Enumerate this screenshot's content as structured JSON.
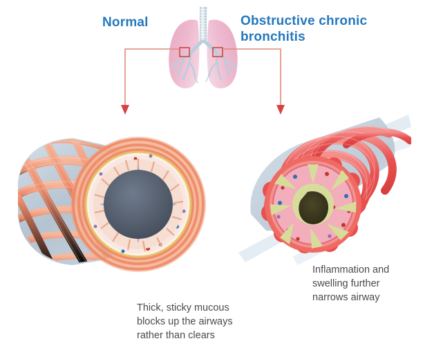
{
  "figure": {
    "title_left": "Normal",
    "title_right_line1": "Obstructive chronic",
    "title_right_line2": "bronchitis",
    "caption_left_line1": "Thick, sticky mucous",
    "caption_left_line2": "blocks up the airways",
    "caption_left_line3": "rather than clears",
    "caption_right_line1": "Inflammation and",
    "caption_right_line2": "swelling further",
    "caption_right_line3": "narrows airway"
  },
  "icons": {
    "lungs": "lungs-icon",
    "callout_box_left": "highlight-box-icon",
    "callout_box_right": "highlight-box-icon",
    "arrow_left": "down-arrow-icon",
    "arrow_right": "down-arrow-icon",
    "airway_normal": "normal-airway-cross-section-icon",
    "airway_obstructed": "obstructed-airway-cross-section-icon"
  },
  "colors": {
    "title_blue": "#2478bd",
    "caption_grey": "#4a4a4a",
    "connector_salmon": "#e08a76",
    "arrowhead_red": "#d94040",
    "highlight_box_red": "#c0392b",
    "lung_pink": "#e9aec6",
    "bronchi_blue": "#c6d8e4",
    "muscle_normal": "#f08a6a",
    "muscle_inflamed": "#e8504f",
    "tube_bluegrey": "#b8c8d4",
    "lumen_normal": "#5a6472",
    "lumen_obstructed": "#3d3a22",
    "mucus_yellow": "#d8dc9a",
    "wall_pink": "#f0a8b4",
    "background": "#ffffff"
  }
}
